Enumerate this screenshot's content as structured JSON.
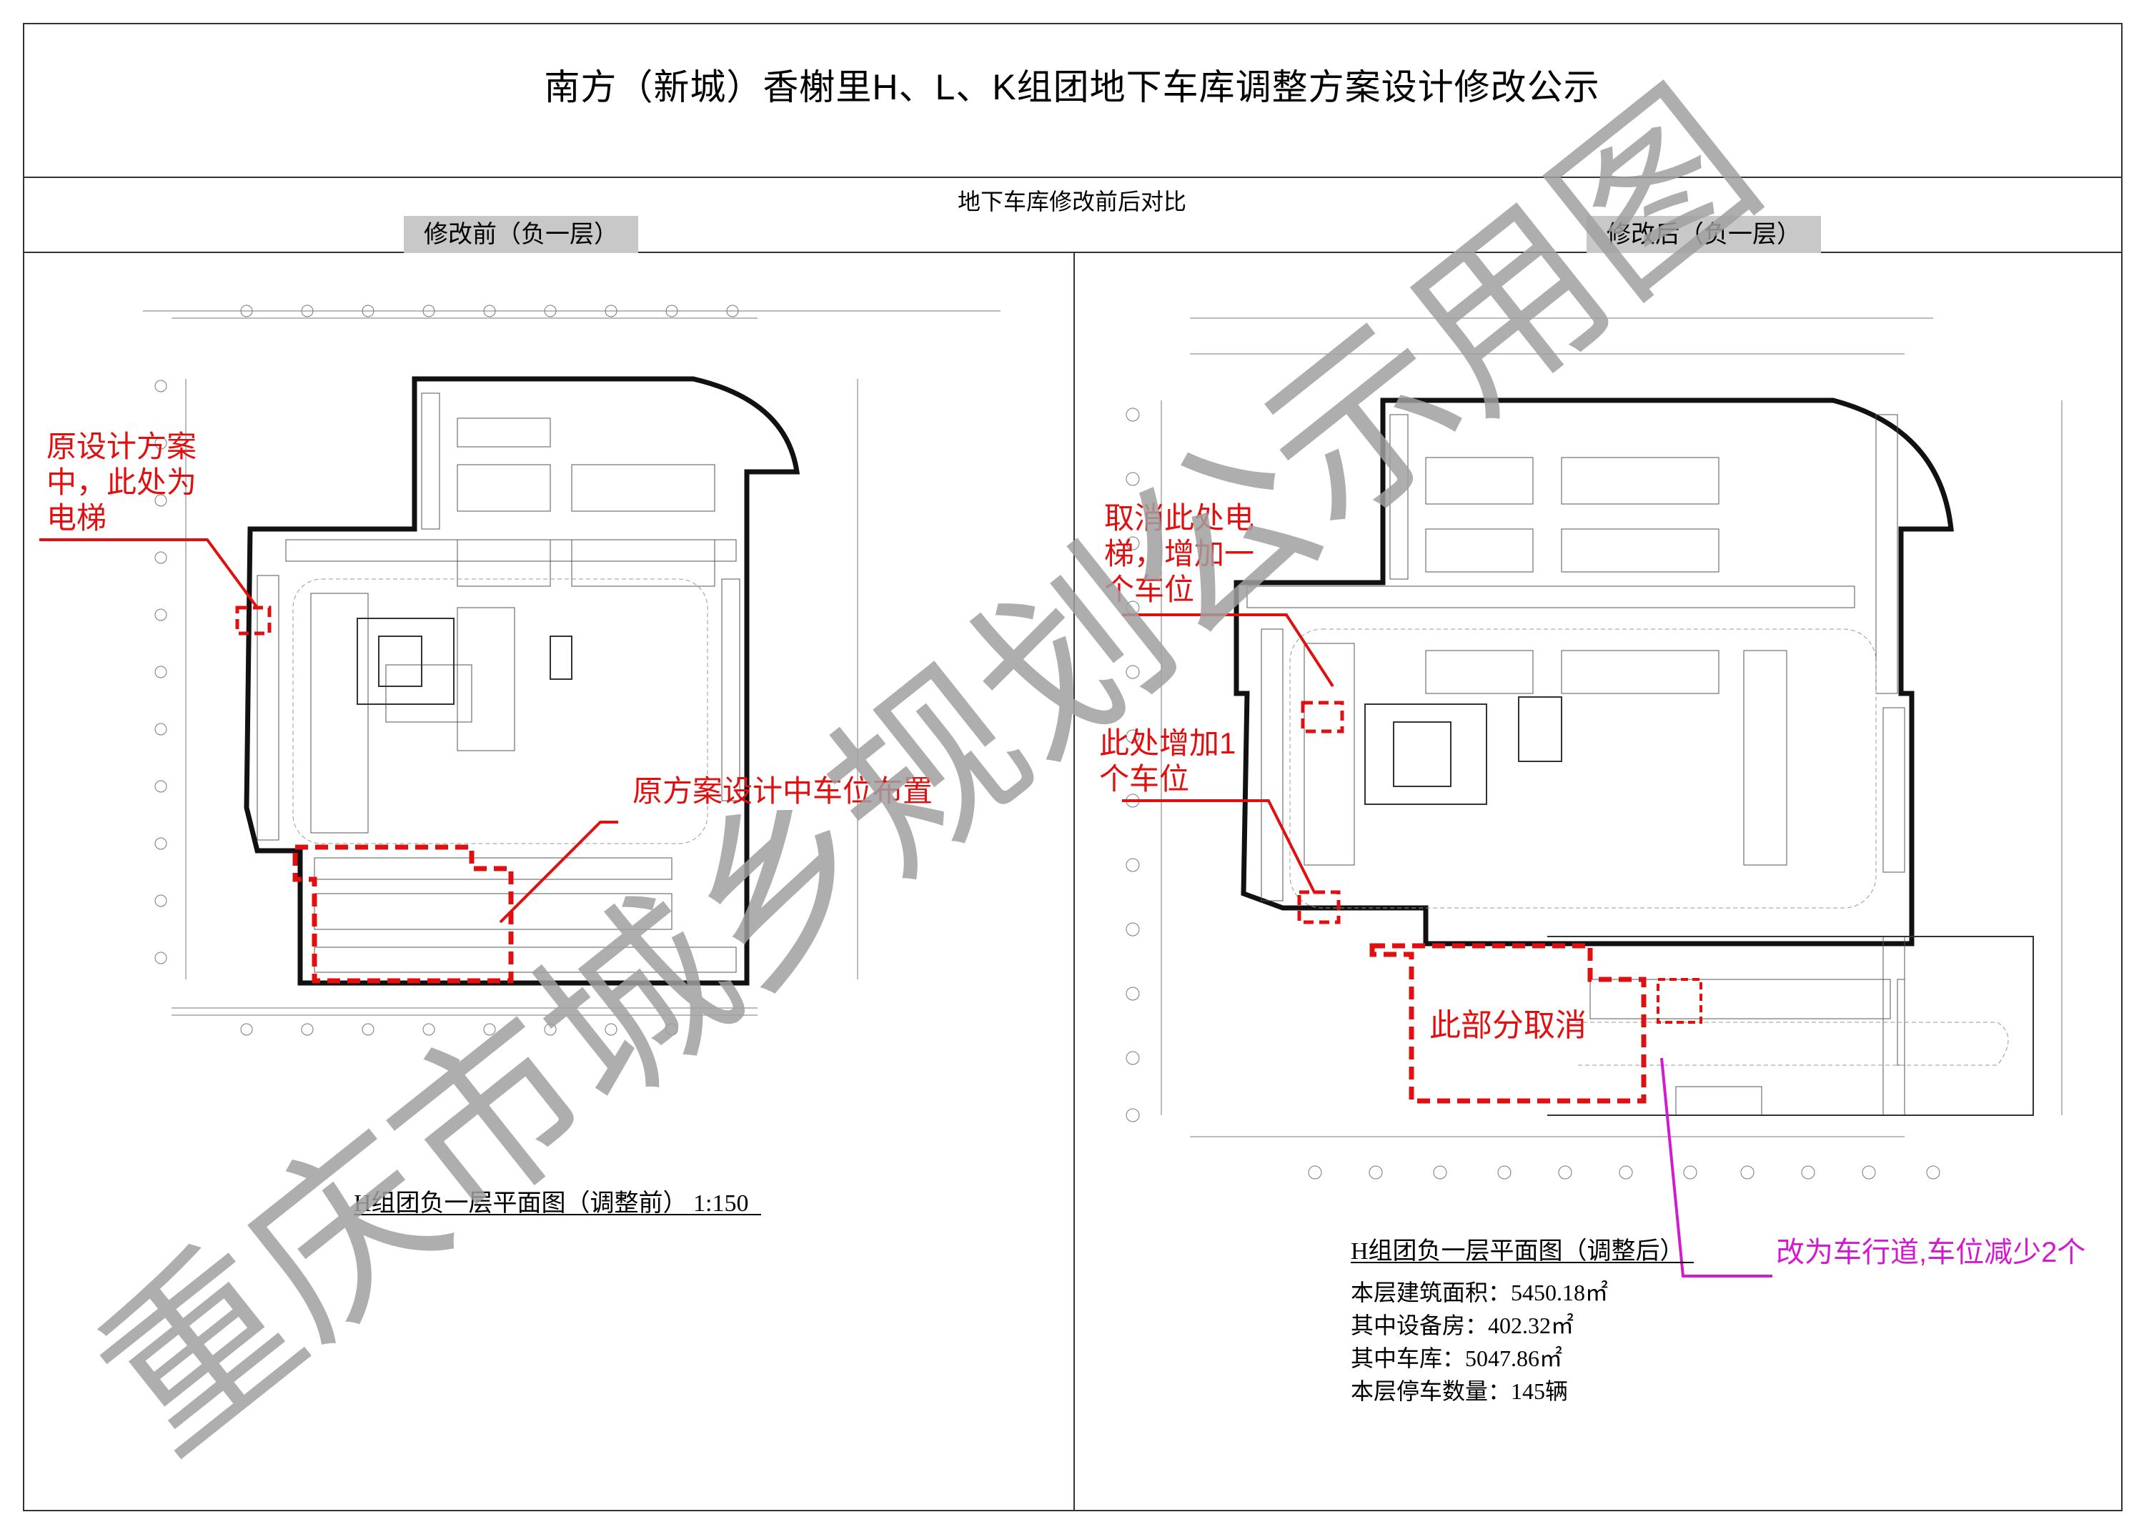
{
  "header": {
    "title": "南方（新城）香榭里H、L、K组团地下车库调整方案设计修改公示",
    "subtitle": "地下车库修改前后对比"
  },
  "panels": {
    "before_label": "修改前（负一层）",
    "after_label": "修改后（负一层）"
  },
  "annotations": {
    "before_elevator": [
      "原设计方案",
      "中，此处为",
      "电梯"
    ],
    "before_parking": "原方案设计中车位布置",
    "after_elevator": [
      "取消此处电",
      "梯，增加一",
      "个车位"
    ],
    "after_add_space": [
      "此处增加1",
      "个车位"
    ],
    "after_cancel": "此部分取消",
    "after_driveway": "改为车行道,车位减少2个"
  },
  "captions": {
    "before": "H组团负一层平面图（调整前）  1:150",
    "after": "H组团负一层平面图（调整后）"
  },
  "stats": {
    "floor_area": "本层建筑面积：5450.18㎡",
    "equipment_room": "其中设备房：402.32㎡",
    "garage": "其中车库：5047.86㎡",
    "parking_count": "本层停车数量：145辆"
  },
  "watermark": {
    "text": "重庆市城乡规划公示用图"
  },
  "colors": {
    "red": "#e01010",
    "magenta": "#d31ad0",
    "label_bg": "#c8c8c8",
    "watermark": "#a0a0a0"
  }
}
